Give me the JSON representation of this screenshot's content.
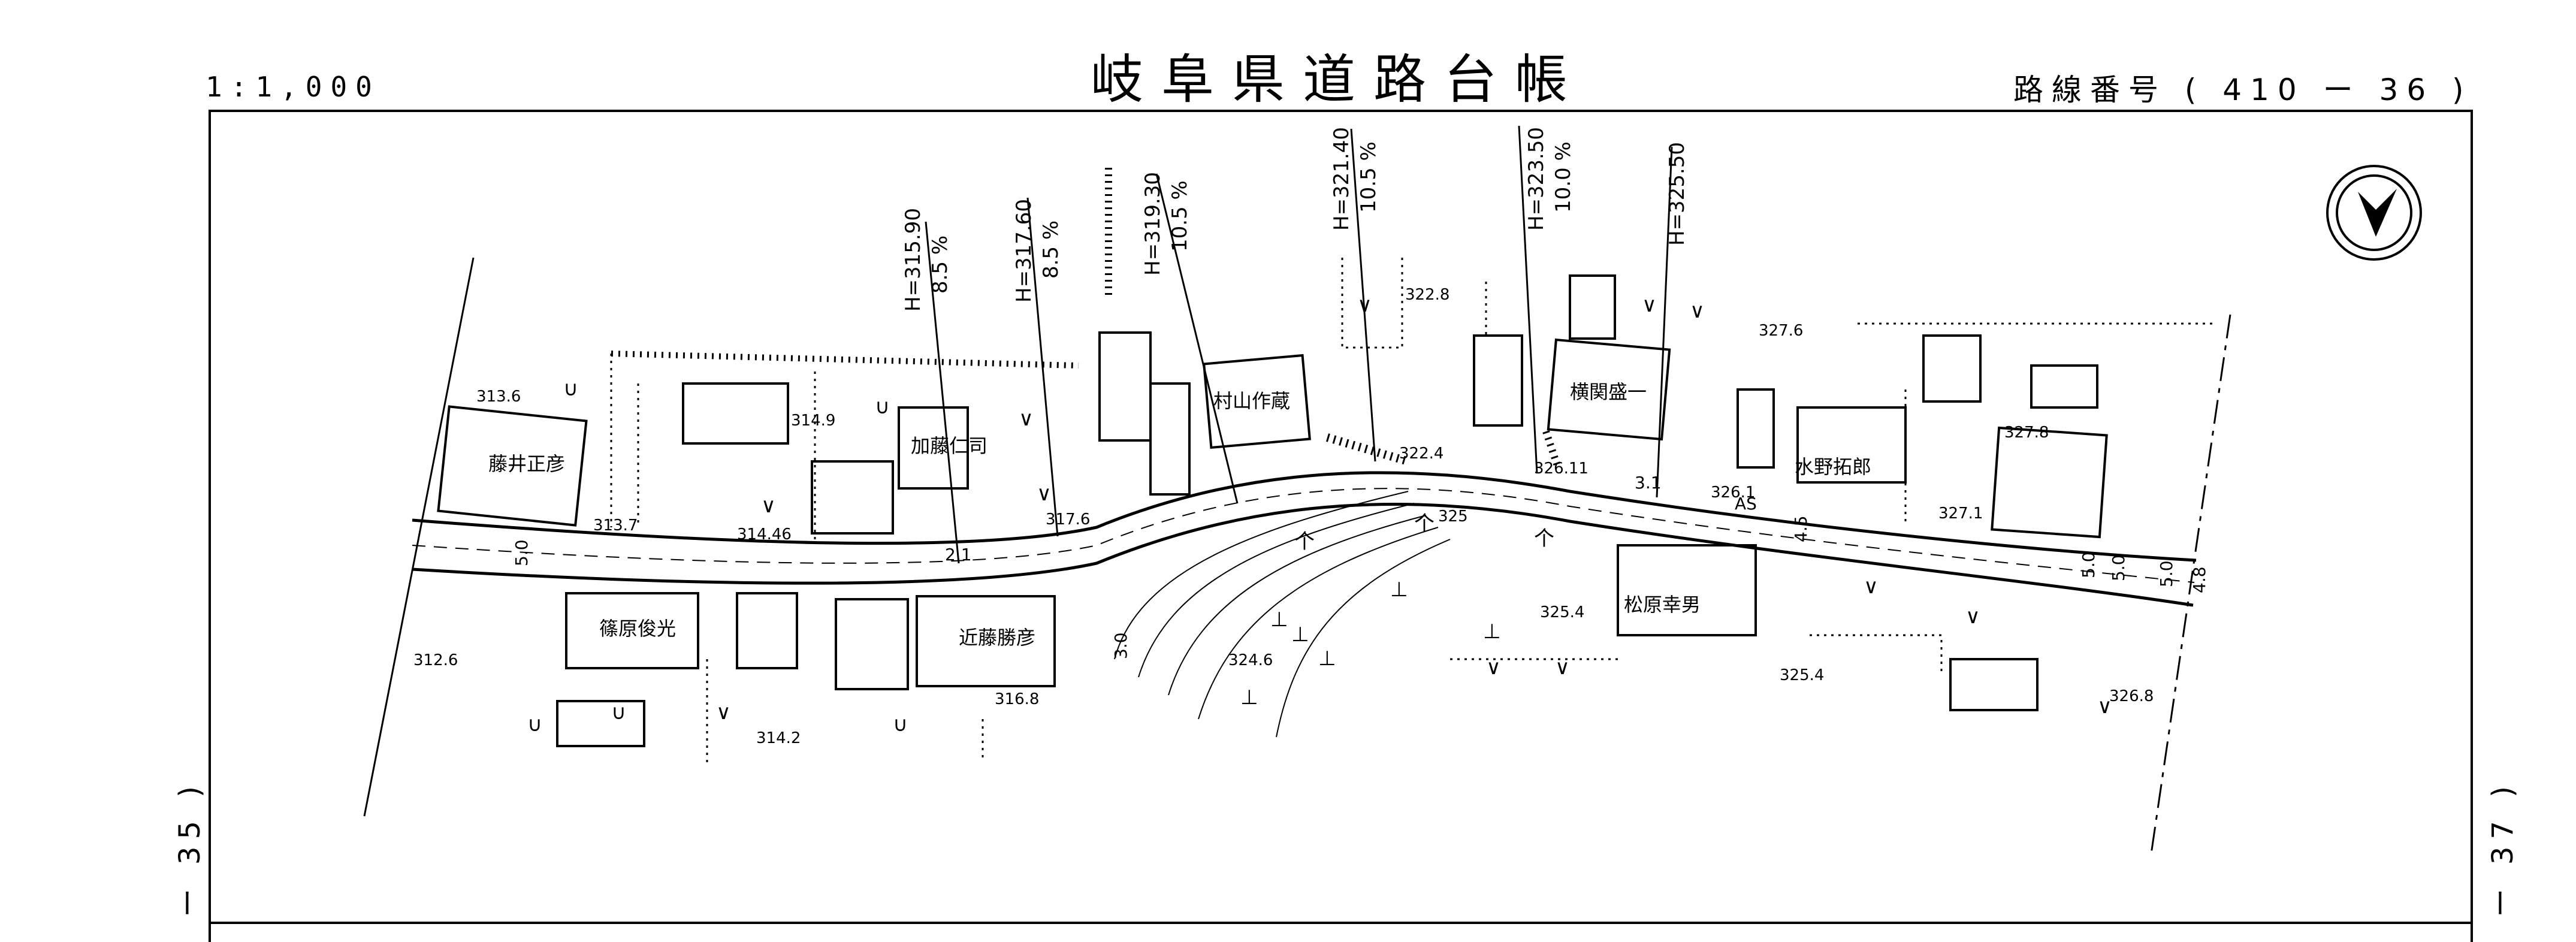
{
  "header": {
    "title": "岐阜県道路台帳",
    "scale": "1:1,000",
    "route_number": "路線番号 ( 410 ー 36 )"
  },
  "margins": {
    "prev_sheet": "ー 35 )",
    "next_sheet": "ー 37 )"
  },
  "owners": [
    "藤井正彦",
    "加藤仁司",
    "村山作蔵",
    "横関盛一",
    "水野拓郎",
    "篠原俊光",
    "近藤勝彦",
    "松原幸男"
  ],
  "elevations": [
    "313.6",
    "314.9",
    "313.7",
    "314.46",
    "317.6",
    "322.8",
    "322.4",
    "326.11",
    "326.1",
    "327.6",
    "327.8",
    "327.1",
    "325",
    "325.4",
    "325.4",
    "324.6",
    "326.8",
    "316.8",
    "314.2",
    "312.6"
  ],
  "grade_lines": [
    {
      "h": "H=315.90",
      "g": "8.5 %"
    },
    {
      "h": "H=317.60",
      "g": "8.5 %"
    },
    {
      "h": "H=319.30",
      "g": "10.5 %"
    },
    {
      "h": "H=321.40",
      "g": "10.5 %"
    },
    {
      "h": "H=323.50",
      "g": "10.0 %"
    },
    {
      "h": "H=325.50",
      "g": ""
    }
  ],
  "road_widths": [
    "5.0",
    "5.0",
    "5.0",
    "5.0",
    "4.8",
    "4.5"
  ],
  "misc_labels": [
    "AS",
    "3.1",
    "2.1",
    "3.0"
  ],
  "north_arrow": "north-arrow-icon"
}
